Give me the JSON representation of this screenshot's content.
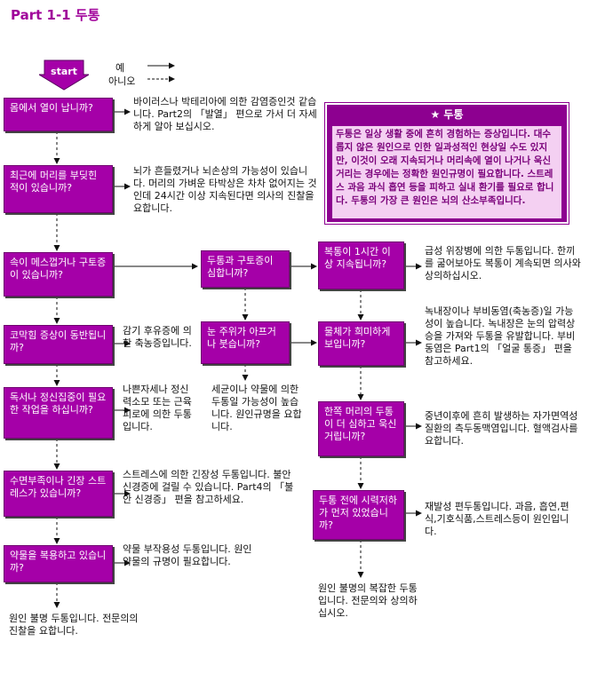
{
  "title": "Part 1-1  두통",
  "start_label": "start",
  "legend": {
    "yes": "예",
    "no": "아니오"
  },
  "info": {
    "title": "두통",
    "body": "두통은 일상 생활 중에 흔히 경험하는 증상입니다. 대수롭지 않은 원인으로 인한 일과성적인 현상일 수도 있지만, 이것이 오래 지속되거나 머리속에 열이 나거나 욱신거리는 경우에는 정확한 원인규명이 필요합니다. 스트레스 과음 과식 흡연 등을 피하고 실내 환기를 필요로 합니다. 두통의 가장 큰 원인은 뇌의 산소부족입니다."
  },
  "questions": {
    "q1": "몸에서 열이 납니까?",
    "q2": "최근에 머리를 부딪힌 적이 있습니까?",
    "q3": "속이 메스껍거나 구토증이 있습니까?",
    "q4": "코막힘 증상이 동반됩니까?",
    "q5": "독서나 정신집중이 필요한 작업을 하십니까?",
    "q6": "수면부족이나 긴장 스트레스가 있습니까?",
    "q7": "약물을 복용하고 있습니까?",
    "q8": "두통과 구토증이 심합니까?",
    "q9": "눈 주위가 아프거나 붓습니까?",
    "q10": "복통이 1시간 이상 지속됩니까?",
    "q11": "물체가 희미하게 보입니까?",
    "q12": "한쪽 머리의 두통이 더 심하고 욱신거립니까?",
    "q13": "두통 전에 시력저하가 먼저 있었습니까?"
  },
  "answers": {
    "a1": "바이러스나 박테리아에 의한 감염증인것 같습니다. Part2의 「발열」 편으로 가서 더 자세하게 알아 보십시오.",
    "a2": "뇌가 흔들렸거나 뇌손상의 가능성이 있습니다. 머리의 가벼운 타박상은 차차 없어지는 것인데 24시간 이상 지속된다면 의사의 진찰을 요합니다.",
    "a4": "감기 후유증에 의한 축농증입니다.",
    "a5": "나쁜자세나 정신력소모 또는 근육피로에 의한 두통입니다.",
    "a6": "스트레스에 의한 긴장성 두통입니다. 불안 신경증에 걸릴 수 있습니다. Part4의 「불안 신경증」 편을 참고하세요.",
    "a7": "약물 부작용성 두통입니다. 원인 약물의 규명이 필요합니다.",
    "a7no": "원인 불명 두통입니다. 전문의의 진찰을 요합니다.",
    "a9": "세균이나 약물에 의한 두통일 가능성이 높습니다. 원인규명을 요합니다.",
    "a10": "급성 위장병에 의한 두통입니다. 한끼를 굶어보아도 복통이 계속되면 의사와 상의하십시오.",
    "a11": "녹내장이나 부비동염(축농증)일 가능성이 높습니다. 녹내장은 눈의 압력상승을 가져와 두통을 유발합니다. 부비동염은 Part1의 「얼굴 통증」 편을 참고하세요.",
    "a12": "중년이후에 흔히 발생하는 자가면역성 질환의 측두동맥염입니다. 혈액검사를 요합니다.",
    "a13": "재발성 편두통입니다. 과음, 흡연,편식,기호식품,스트레스등이 원인입니다.",
    "a13no": "원인 불명의 복잡한 두통입니다. 전문의와 상의하십시오."
  },
  "colors": {
    "box": "#a500a8",
    "title": "#a0009a",
    "info_bg": "#8d0090",
    "info_body": "#f4d0f2"
  }
}
